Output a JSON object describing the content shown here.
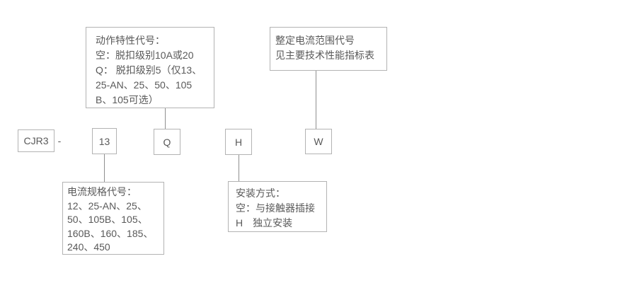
{
  "colors": {
    "background": "#ffffff",
    "box_border": "#b3b3b3",
    "text": "#595959",
    "connector_line": "#8f8f8f"
  },
  "code": {
    "prefix": "CJR3",
    "separator": "-",
    "segments": [
      "13",
      "Q",
      "H",
      "W"
    ]
  },
  "callouts": {
    "action": {
      "lines": [
        "动作特性代号：",
        "空：脱扣级别10A或20",
        "Q： 脱扣级别5（仅13、",
        "25-AN、25、50、105",
        "B、105可选）"
      ]
    },
    "setting": {
      "lines": [
        "整定电流范围代号",
        "见主要技术性能指标表"
      ]
    },
    "current": {
      "lines": [
        "电流规格代号：",
        "12、25-AN、25、",
        "50、105B、105、",
        "160B、160、185、",
        "240、450"
      ]
    },
    "mount": {
      "lines": [
        "安装方式：",
        "空：与接触器插接",
        "H　独立安装"
      ]
    }
  }
}
